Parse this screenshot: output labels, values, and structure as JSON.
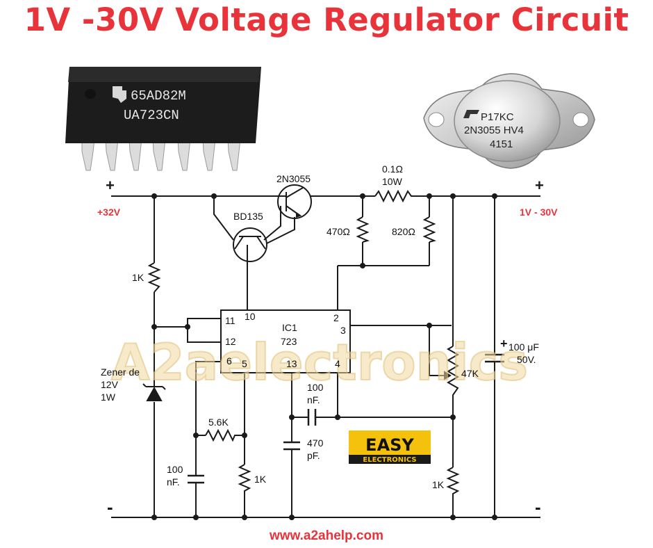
{
  "title": "1V -30V Voltage Regulator Circuit",
  "ic_package": {
    "line1": "65AD82M",
    "line2": "UA723CN",
    "icon": "ti-logo-icon"
  },
  "transistor_package": {
    "line1": "P17KC",
    "line2": "2N3055 HV4",
    "line3": "4151"
  },
  "labels": {
    "input_voltage": "+32V",
    "output_voltage": "1V - 30V",
    "plus": "+",
    "minus": "-",
    "q_power": "2N3055",
    "q_driver": "BD135",
    "r_sense_value": "0.1Ω",
    "r_sense_power": "10W",
    "r_470": "470Ω",
    "r_820": "820Ω",
    "r_1k_top": "1K",
    "zener_1": "Zener de",
    "zener_2": "12V",
    "zener_3": "1W",
    "ic_name": "IC1",
    "ic_part": "723",
    "pin_11": "11",
    "pin_10": "10",
    "pin_12": "12",
    "pin_6": "6",
    "pin_5": "5",
    "pin_13": "13",
    "pin_2": "2",
    "pin_3": "3",
    "pin_4": "4",
    "r_5k6": "5.6K",
    "c_100nf_a": "100",
    "c_100nf_b": "nF.",
    "c_100nf2_a": "100",
    "c_100nf2_b": "nF.",
    "c_470pf_a": "470",
    "c_470pf_b": "pF.",
    "r_1k_bottom": "1K",
    "r_1k_right": "1K",
    "pot_47k": "47K",
    "c_out_a": "100 μF",
    "c_out_b": "50V."
  },
  "watermark": "A2aelectronics",
  "badge": {
    "top": "EASY",
    "bottom": "ELECTRONICS"
  },
  "url": "www.a2ahelp.com",
  "colors": {
    "title": "#e8333a",
    "badge_bg": "#f4c20d",
    "badge_dark": "#1a1a1a"
  }
}
